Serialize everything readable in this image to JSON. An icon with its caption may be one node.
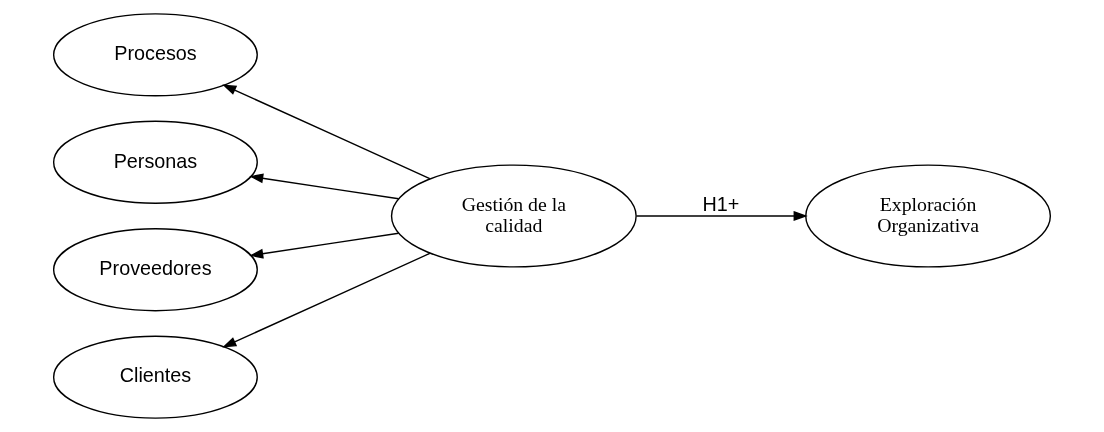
{
  "diagram": {
    "nodes": [
      {
        "text": [
          "Procesos"
        ]
      },
      {
        "text": [
          "Personas"
        ]
      },
      {
        "text": [
          "Proveedores"
        ]
      },
      {
        "text": [
          "Clientes"
        ]
      },
      {
        "text": [
          "Gestión de la calidad"
        ]
      },
      {
        "text": [
          "Exploración Organizativa"
        ]
      }
    ],
    "edges": [
      {
        "from": 4,
        "to": 0,
        "arrow": "to"
      },
      {
        "from": 4,
        "to": 1,
        "arrow": "to"
      },
      {
        "from": 4,
        "to": 2,
        "arrow": "to"
      },
      {
        "from": 4,
        "to": 3,
        "arrow": "to"
      },
      {
        "from": 4,
        "to": 5,
        "arrow": "to",
        "label": "H1+"
      }
    ]
  }
}
